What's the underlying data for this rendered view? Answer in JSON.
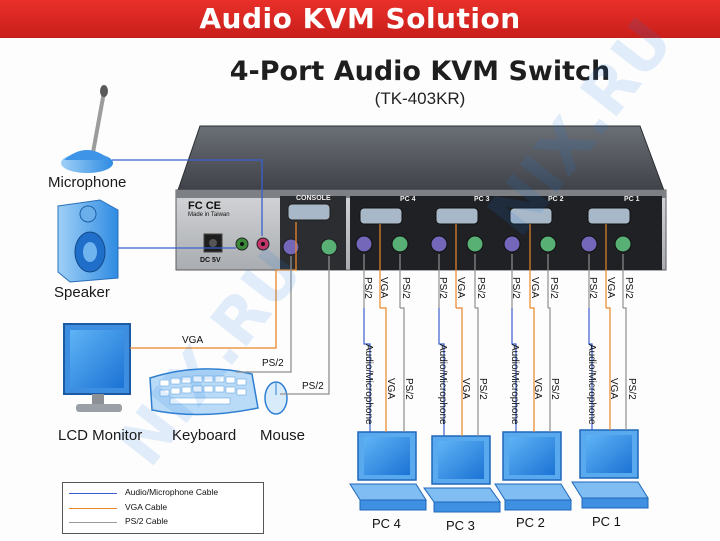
{
  "header": {
    "banner_text": "Audio KVM Solution"
  },
  "product": {
    "title": "4-Port Audio KVM Switch",
    "model": "(TK-403KR)"
  },
  "devices": {
    "microphone": "Microphone",
    "speaker": "Speaker",
    "monitor": "LCD Monitor",
    "keyboard": "Keyboard",
    "mouse": "Mouse"
  },
  "panel": {
    "console_label": "CONSOLE",
    "power_label": "DC 5V",
    "cert_label": "FC CE",
    "cert_sub": "Made in Taiwan",
    "ports": [
      "PC 4",
      "PC 3",
      "PC 2",
      "PC 1"
    ]
  },
  "cables": {
    "console_vga": "VGA",
    "console_ps2_keyboard": "PS/2",
    "console_ps2_mouse": "PS/2",
    "port_top": [
      "PS/2",
      "VGA",
      "PS/2"
    ],
    "pc_side": [
      "Audio/Microphone",
      "VGA",
      "PS/2"
    ]
  },
  "computers": [
    "PC 4",
    "PC 3",
    "PC 2",
    "PC 1"
  ],
  "legend": {
    "items": [
      {
        "label": "Audio/Microphone Cable",
        "color": "#3a5fcd"
      },
      {
        "label": "VGA Cable",
        "color": "#e8862a"
      },
      {
        "label": "PS/2 Cable",
        "color": "#9a9a9a"
      }
    ]
  },
  "watermark": "NIX.RU",
  "colors": {
    "audio": "#3a5fcd",
    "vga": "#e8862a",
    "ps2": "#8f8f8f",
    "banner": "#d9231f",
    "accent_blue": "#1c7fe0"
  }
}
